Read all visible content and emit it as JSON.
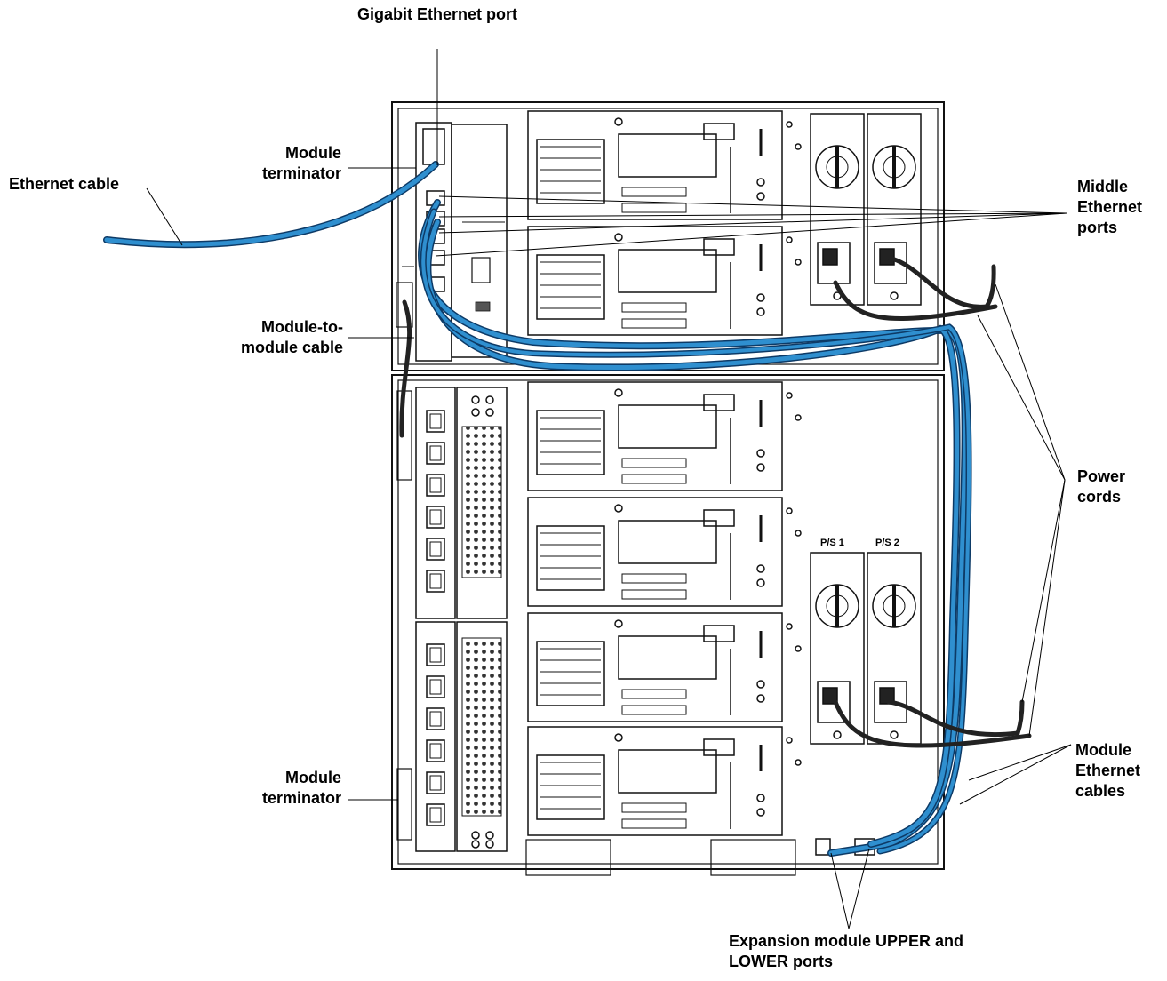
{
  "labels": {
    "gigabit_port": "Gigabit Ethernet port",
    "ethernet_cable": "Ethernet cable",
    "module_terminator_top": [
      "Module",
      "terminator"
    ],
    "module_to_module_cable": [
      "Module-to-",
      "module cable"
    ],
    "module_terminator_bottom": [
      "Module",
      "terminator"
    ],
    "middle_ethernet_ports": [
      "Middle",
      "Ethernet",
      "ports"
    ],
    "power_cords": [
      "Power",
      "cords"
    ],
    "module_ethernet_cables": [
      "Module",
      "Ethernet",
      "cables"
    ],
    "expansion_ports": [
      "Expansion module UPPER and",
      "LOWER ports"
    ]
  },
  "psu_labels": [
    "P/S 1",
    "P/S 2"
  ],
  "colors": {
    "ethernet_cable": "#2f8fcf",
    "ethernet_cable_outline": "#0d3a66",
    "power_cord": "#222222",
    "chassis_line": "#111111"
  }
}
